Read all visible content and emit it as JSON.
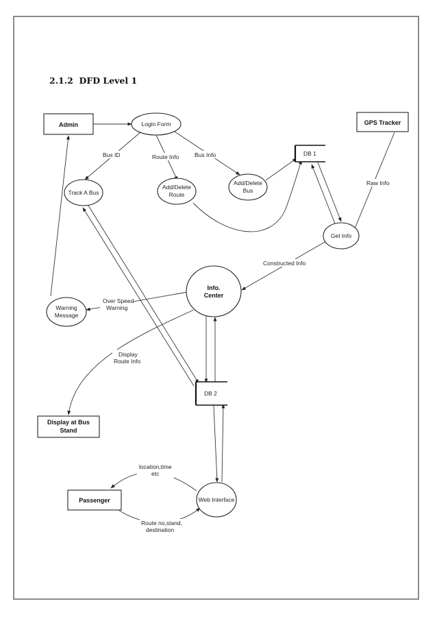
{
  "heading": {
    "number": "2.1.2",
    "title": "DFD Level 1"
  },
  "nodes": {
    "admin": "Admin",
    "gps_tracker": "GPS Tracker",
    "login_form": "Login Form",
    "track_a_bus": "Track A Bus",
    "add_delete_route": [
      "Add/Delete",
      "Route"
    ],
    "add_delete_bus": [
      "Add/Delete",
      "Bus"
    ],
    "db1": "DB 1",
    "get_info": "Get Info",
    "info_center": [
      "Info.",
      "Center"
    ],
    "warning_message": [
      "Warning",
      "Message"
    ],
    "db2": "DB 2",
    "display_at_bus_stand": [
      "Display at Bus",
      "Stand"
    ],
    "passenger": "Passenger",
    "web_interface": "Web Interface"
  },
  "edges": {
    "bus_id": "Bus ID",
    "route_info": "Route Info",
    "bus_info": "Bus Info",
    "raw_info": "Raw Info",
    "constructed_info": "Constructed Info",
    "over_speed_warning": [
      "Over Speed",
      "Warning"
    ],
    "display_route_info": [
      "Display",
      "Route Info"
    ],
    "location_time_etc": [
      "location,time",
      "etc"
    ],
    "route_no_stand_destination": [
      "Route no,stand,",
      "destination"
    ]
  }
}
